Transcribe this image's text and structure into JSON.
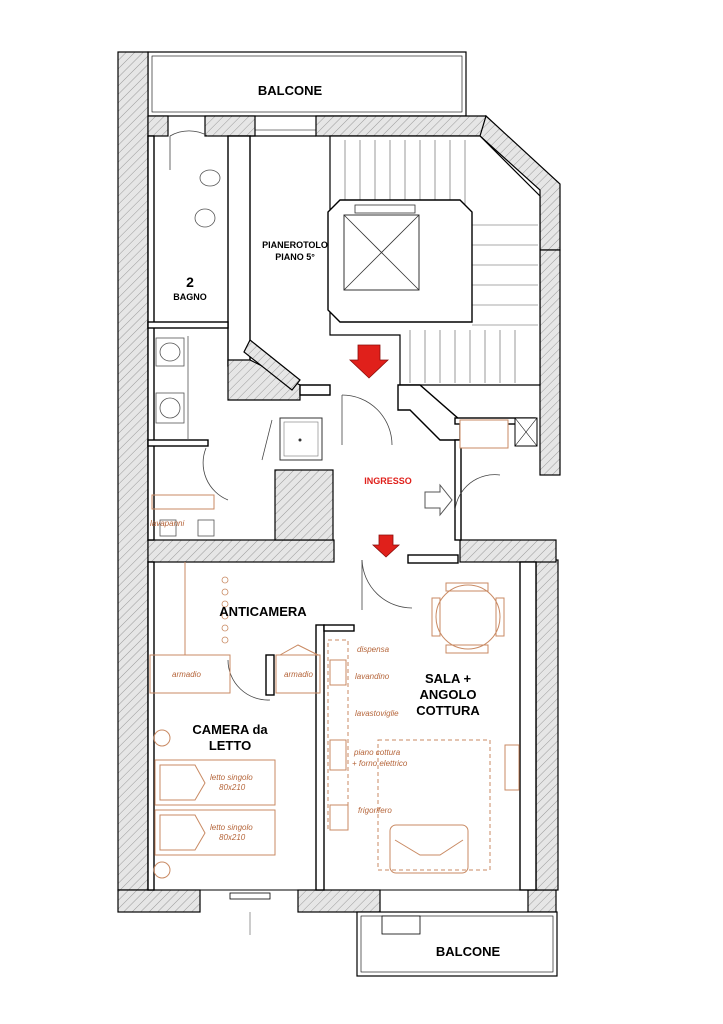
{
  "rooms": {
    "balcone_top": "BALCONE",
    "pianerottolo": "PIANEROTOLO",
    "piano": "PIANO 5°",
    "bagno_num": "2",
    "bagno": "BAGNO",
    "ingresso": "INGRESSO",
    "anticamera": "ANTICAMERA",
    "camera_1": "CAMERA da",
    "camera_2": "LETTO",
    "sala_1": "SALA +",
    "sala_2": "ANGOLO",
    "sala_3": "COTTURA",
    "balcone_bottom": "BALCONE"
  },
  "furniture": {
    "lavapanni": "lavapanni",
    "armadio_left": "armadio",
    "armadio_right": "armadio",
    "dispensa": "dispensa",
    "lavandino": "lavandino",
    "lavastoviglie": "lavastoviglie",
    "piano_cottura": "piano cottura",
    "forno": "+ forno elettrico",
    "frigorifero": "frigorifero",
    "letto1_a": "letto singolo",
    "letto1_b": "80x210",
    "letto2_a": "letto singolo",
    "letto2_b": "80x210"
  },
  "colors": {
    "wall": "#000000",
    "furniture": "#c98a63",
    "arrow": "#e0201b",
    "ingresso_text": "#e0201b"
  }
}
